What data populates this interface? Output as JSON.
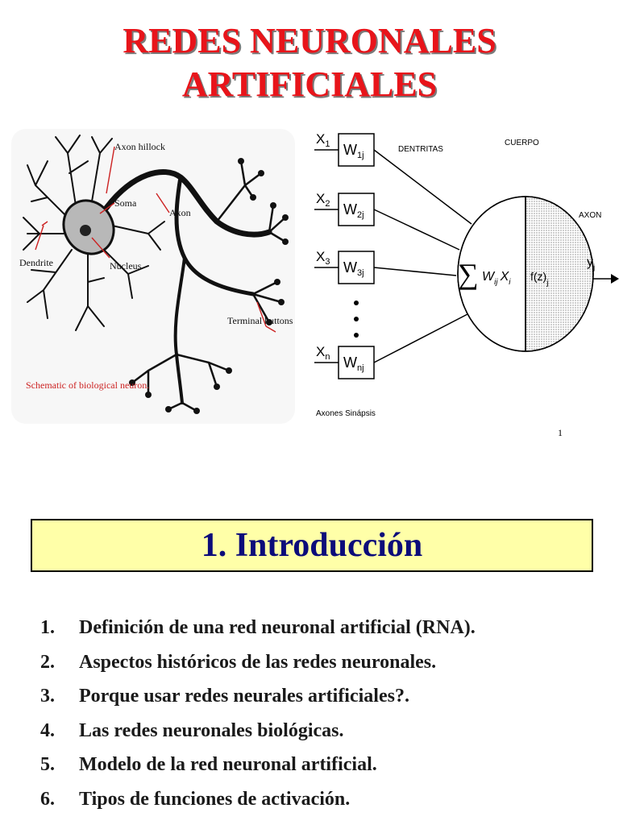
{
  "slide": {
    "title_line1": "REDES NEURONALES",
    "title_line2": "ARTIFICIALES",
    "number": "1"
  },
  "biological_neuron": {
    "labels": {
      "axon_hillock": "Axon hillock",
      "soma": "Soma",
      "axon": "Axon",
      "dendrite": "Dendrite",
      "nucleus": "Nucleus",
      "terminal_buttons": "Terminal buttons",
      "caption": "Schematic of biological neuron."
    }
  },
  "artificial_neuron": {
    "inputs": [
      {
        "x": "X",
        "x_sub": "1",
        "w": "W",
        "w_sub": "1j"
      },
      {
        "x": "X",
        "x_sub": "2",
        "w": "W",
        "w_sub": "2j"
      },
      {
        "x": "X",
        "x_sub": "3",
        "w": "W",
        "w_sub": "3j"
      },
      {
        "x": "X",
        "x_sub": "n",
        "w": "W",
        "w_sub": "nj"
      }
    ],
    "labels": {
      "dentritas": "DENTRITAS",
      "cuerpo": "CUERPO",
      "axon": "AXON",
      "axones_sinapsis": "Axones Sinápsis"
    },
    "sum_symbol": "∑",
    "sum_w": "W",
    "sum_w_sub": "ij",
    "sum_x": "X",
    "sum_x_sub": "i",
    "activation": "f(z)",
    "activation_sub": "j",
    "output": "y",
    "output_sub": "j"
  },
  "section": {
    "heading": "1. Introducción"
  },
  "topics": [
    {
      "num": "1.",
      "text": "Definición de una red neuronal artificial (RNA)."
    },
    {
      "num": "2.",
      "text": "Aspectos históricos de las redes neuronales."
    },
    {
      "num": "3.",
      "text": "Porque usar redes neurales artificiales?."
    },
    {
      "num": "4.",
      "text": "Las redes neuronales biológicas."
    },
    {
      "num": "5.",
      "text": "Modelo de la red neuronal artificial."
    },
    {
      "num": "6.",
      "text": "Tipos de funciones de activación."
    }
  ],
  "colors": {
    "title_red": "#e8141a",
    "heading_blue": "#0c0c7a",
    "box_yellow": "#ffffa8",
    "label_red": "#cc2222"
  }
}
